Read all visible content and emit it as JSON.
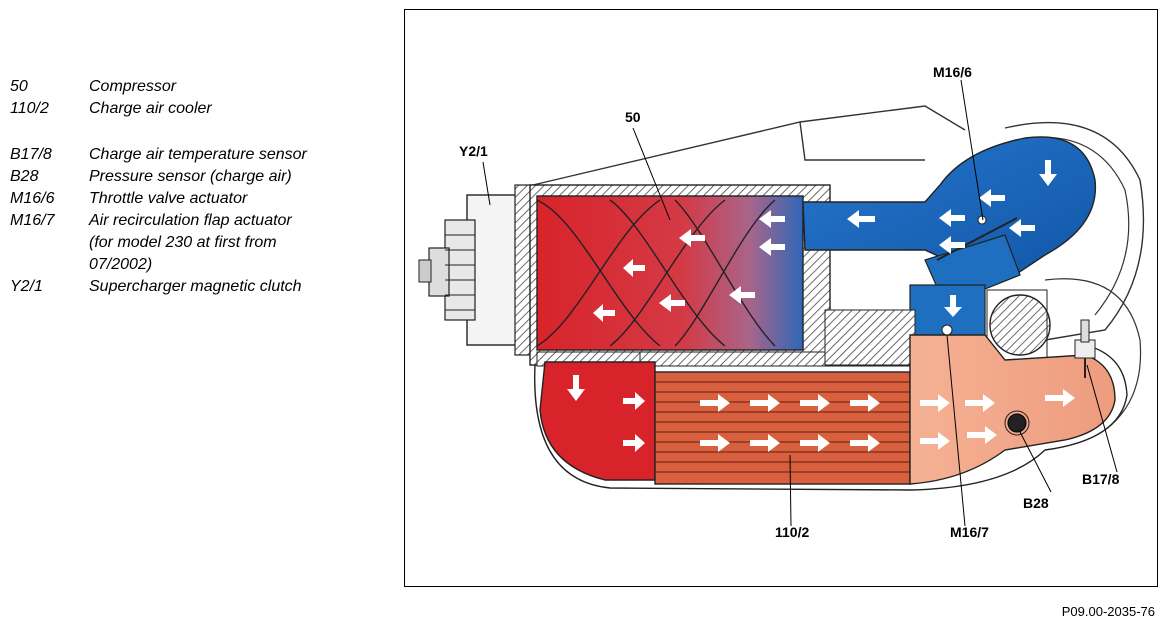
{
  "legend": {
    "items": [
      {
        "code": "50",
        "desc": "Compressor"
      },
      {
        "code": "110/2",
        "desc": "Charge air cooler"
      },
      {
        "code": "B17/8",
        "desc": "Charge air temperature sensor"
      },
      {
        "code": "B28",
        "desc": "Pressure sensor (charge air)"
      },
      {
        "code": "M16/6",
        "desc": "Throttle valve actuator"
      },
      {
        "code": "M16/7",
        "desc": "Air recirculation flap actuator\n(for model 230 at first from\n07/2002)"
      },
      {
        "code": "Y2/1",
        "desc": "Supercharger magnetic clutch"
      }
    ]
  },
  "diagram": {
    "callouts": {
      "c50": "50",
      "y21": "Y2/1",
      "m166": "M16/6",
      "b178": "B17/8",
      "b28": "B28",
      "m167": "M16/7",
      "c1102": "110/2"
    },
    "colors": {
      "hot_red": "#d8232a",
      "cool_blue": "#1e6fc0",
      "warm_salmon": "#f3a585",
      "cooler_core": "#d9603f",
      "hatch": "#444444"
    }
  },
  "figure_ref": "P09.00-2035-76"
}
